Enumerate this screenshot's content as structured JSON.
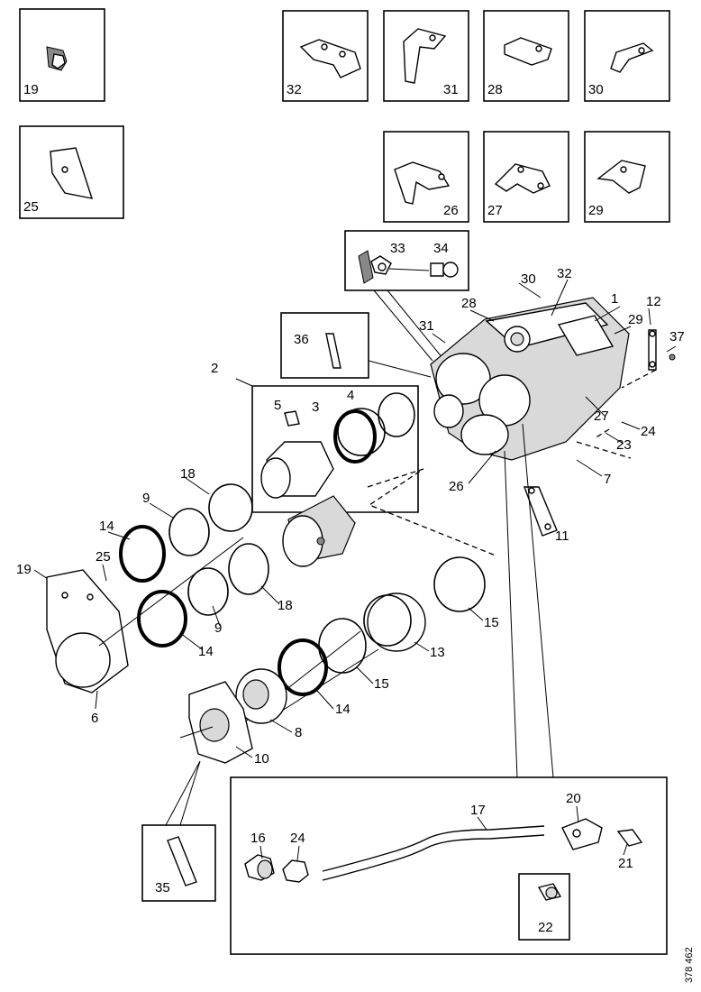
{
  "callouts": {
    "c1": "1",
    "c2": "2",
    "c3": "3",
    "c4": "4",
    "c5": "5",
    "c6": "6",
    "c7": "7",
    "c8": "8",
    "c9a": "9",
    "c9b": "9",
    "c10": "10",
    "c11": "11",
    "c12": "12",
    "c13": "13",
    "c14a": "14",
    "c14b": "14",
    "c14c": "14",
    "c15a": "15",
    "c15b": "15",
    "c16": "16",
    "c17": "17",
    "c18a": "18",
    "c18b": "18",
    "c19a": "19",
    "c19b": "19",
    "c20": "20",
    "c21": "21",
    "c22": "22",
    "c23": "23",
    "c24a": "24",
    "c24b": "24",
    "c25a": "25",
    "c25b": "25",
    "c26a": "26",
    "c26b": "26",
    "c27a": "27",
    "c27b": "27",
    "c28a": "28",
    "c28b": "28",
    "c29a": "29",
    "c29b": "29",
    "c30a": "30",
    "c30b": "30",
    "c31a": "31",
    "c31b": "31",
    "c32a": "32",
    "c32b": "32",
    "c33": "33",
    "c34": "34",
    "c35": "35",
    "c36": "36",
    "c37": "37"
  },
  "reference": "378 462"
}
